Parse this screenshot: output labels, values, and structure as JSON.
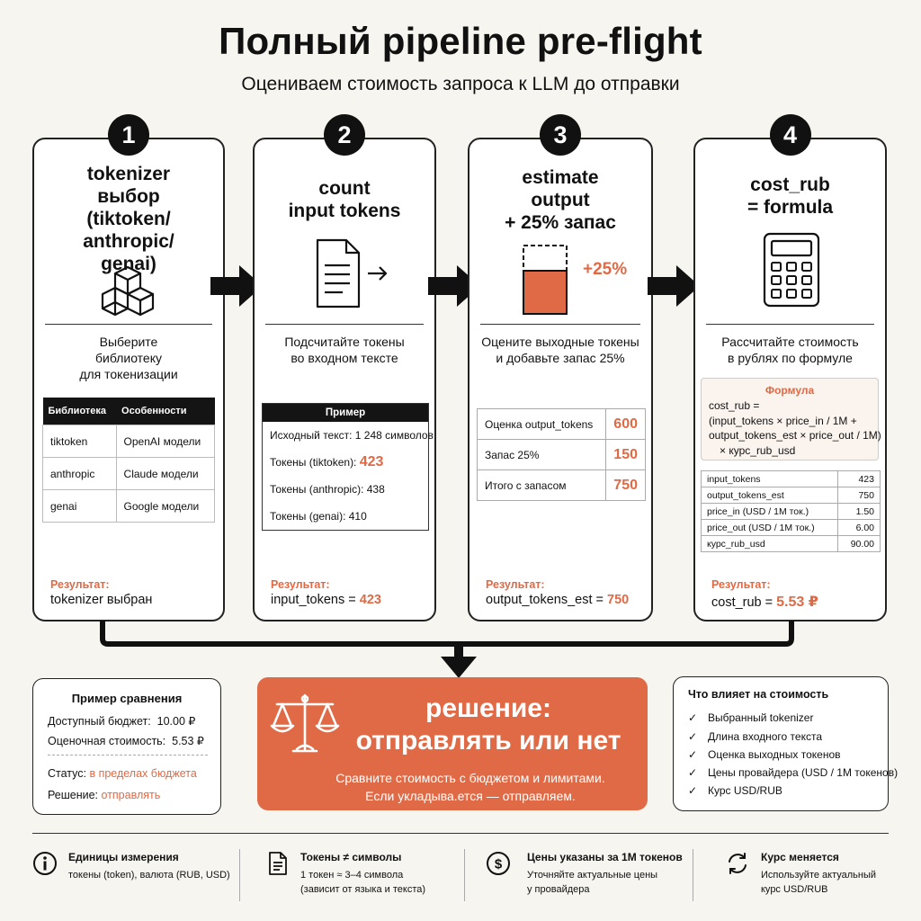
{
  "header": {
    "title": "Полный pipeline pre-flight",
    "subtitle": "Оцениваем стоимость запроса к LLM до отправки"
  },
  "steps": [
    {
      "number": "1",
      "title_lines": [
        "tokenizer",
        "выбор",
        "(tiktoken/",
        "anthropic/",
        "genai)"
      ],
      "icon": "cube-stack-icon",
      "desc_lines": [
        "Выберите",
        "библиотеку",
        "для токенизации"
      ],
      "table": {
        "headers": [
          "Библиотека",
          "Особенности"
        ],
        "rows": [
          [
            "tiktoken",
            "OpenAI модели"
          ],
          [
            "anthropic",
            "Claude модели"
          ],
          [
            "genai",
            "Google модели"
          ]
        ]
      },
      "result_label": "Результат:",
      "result_text": "tokenizer выбран"
    },
    {
      "number": "2",
      "title_lines": [
        "count",
        "input tokens"
      ],
      "icon": "document-arrow-icon",
      "desc_lines": [
        "Подсчитайте токены",
        "во входном тексте"
      ],
      "example": {
        "title": "Пример",
        "rows": [
          {
            "label": "Исходный текст: 1 248 символов",
            "value": ""
          },
          {
            "label": "Токены (tiktoken): ",
            "value": "423"
          },
          {
            "label": "Токены (anthropic): 438",
            "value": ""
          },
          {
            "label": "Токены (genai): 410",
            "value": ""
          }
        ]
      },
      "result_label": "Результат:",
      "result_prefix": "input_tokens = ",
      "result_value": "423"
    },
    {
      "number": "3",
      "title_lines": [
        "estimate",
        "output",
        "+ 25% запас"
      ],
      "icon": "bar-fill-icon",
      "bar_label": "+25%",
      "desc_lines": [
        "Оцените выходные токены",
        "и добавьте запас 25%"
      ],
      "table": {
        "rows": [
          [
            "Оценка output_tokens",
            "600"
          ],
          [
            "Запас 25%",
            "150"
          ],
          [
            "Итого с запасом",
            "750"
          ]
        ]
      },
      "result_label": "Результат:",
      "result_prefix": "output_tokens_est = ",
      "result_value": "750"
    },
    {
      "number": "4",
      "title_lines": [
        "cost_rub",
        "= formula"
      ],
      "icon": "calculator-icon",
      "desc_lines": [
        "Рассчитайте стоимость",
        "в рублях по формуле"
      ],
      "formula": {
        "title": "Формула",
        "lines": [
          "cost_rub =",
          "(input_tokens × price_in / 1M +",
          "output_tokens_est × price_out / 1M)",
          "  × курс_rub_usd"
        ]
      },
      "table": {
        "rows": [
          [
            "input_tokens",
            "423"
          ],
          [
            "output_tokens_est",
            "750"
          ],
          [
            "price_in (USD / 1M ток.)",
            "1.50"
          ],
          [
            "price_out (USD / 1M ток.)",
            "6.00"
          ],
          [
            "курс_rub_usd",
            "90.00"
          ]
        ]
      },
      "result_label": "Результат:",
      "result_prefix": "cost_rub = ",
      "result_value": "5.53 ₽"
    }
  ],
  "comparison": {
    "title": "Пример сравнения",
    "budget_label": "Доступный бюджет:",
    "budget_value": "10.00 ₽",
    "estimate_label": "Оценочная стоимость:",
    "estimate_value": "5.53 ₽",
    "status_label": "Статус: ",
    "status_value": "в пределах бюджета",
    "decision_label": "Решение: ",
    "decision_value": "отправлять"
  },
  "decision": {
    "icon": "scales-icon",
    "title_line1": "решение:",
    "title_line2": "отправлять или нет",
    "text_line1": "Сравните стоимость с бюджетом и лимитами.",
    "text_line2": "Если укладыва.ется — отправляем."
  },
  "factors": {
    "title": "Что влияет на стоимость",
    "items": [
      "Выбранный tokenizer",
      "Длина входного текста",
      "Оценка выходных токенов",
      "Цены провайдера (USD / 1M токенов)",
      "Курс USD/RUB"
    ]
  },
  "footer": [
    {
      "icon": "info-icon",
      "title": "Единицы измерения",
      "lines": [
        "токены (token), валюта (RUB, USD)"
      ]
    },
    {
      "icon": "document-icon",
      "title": "Токены ≠ символы",
      "lines": [
        "1 токен ≈ 3–4 символа",
        "(зависит от языка и текста)"
      ]
    },
    {
      "icon": "dollar-icon",
      "title": "Цены указаны за 1M токенов",
      "lines": [
        "Уточняйте актуальные цены",
        "у провайдера"
      ]
    },
    {
      "icon": "refresh-icon",
      "title": "Курс меняется",
      "lines": [
        "Используйте актуальный",
        "курс USD/RUB"
      ]
    }
  ],
  "colors": {
    "accent": "#e06a46",
    "dark": "#111111",
    "panel": "#ffffff"
  }
}
